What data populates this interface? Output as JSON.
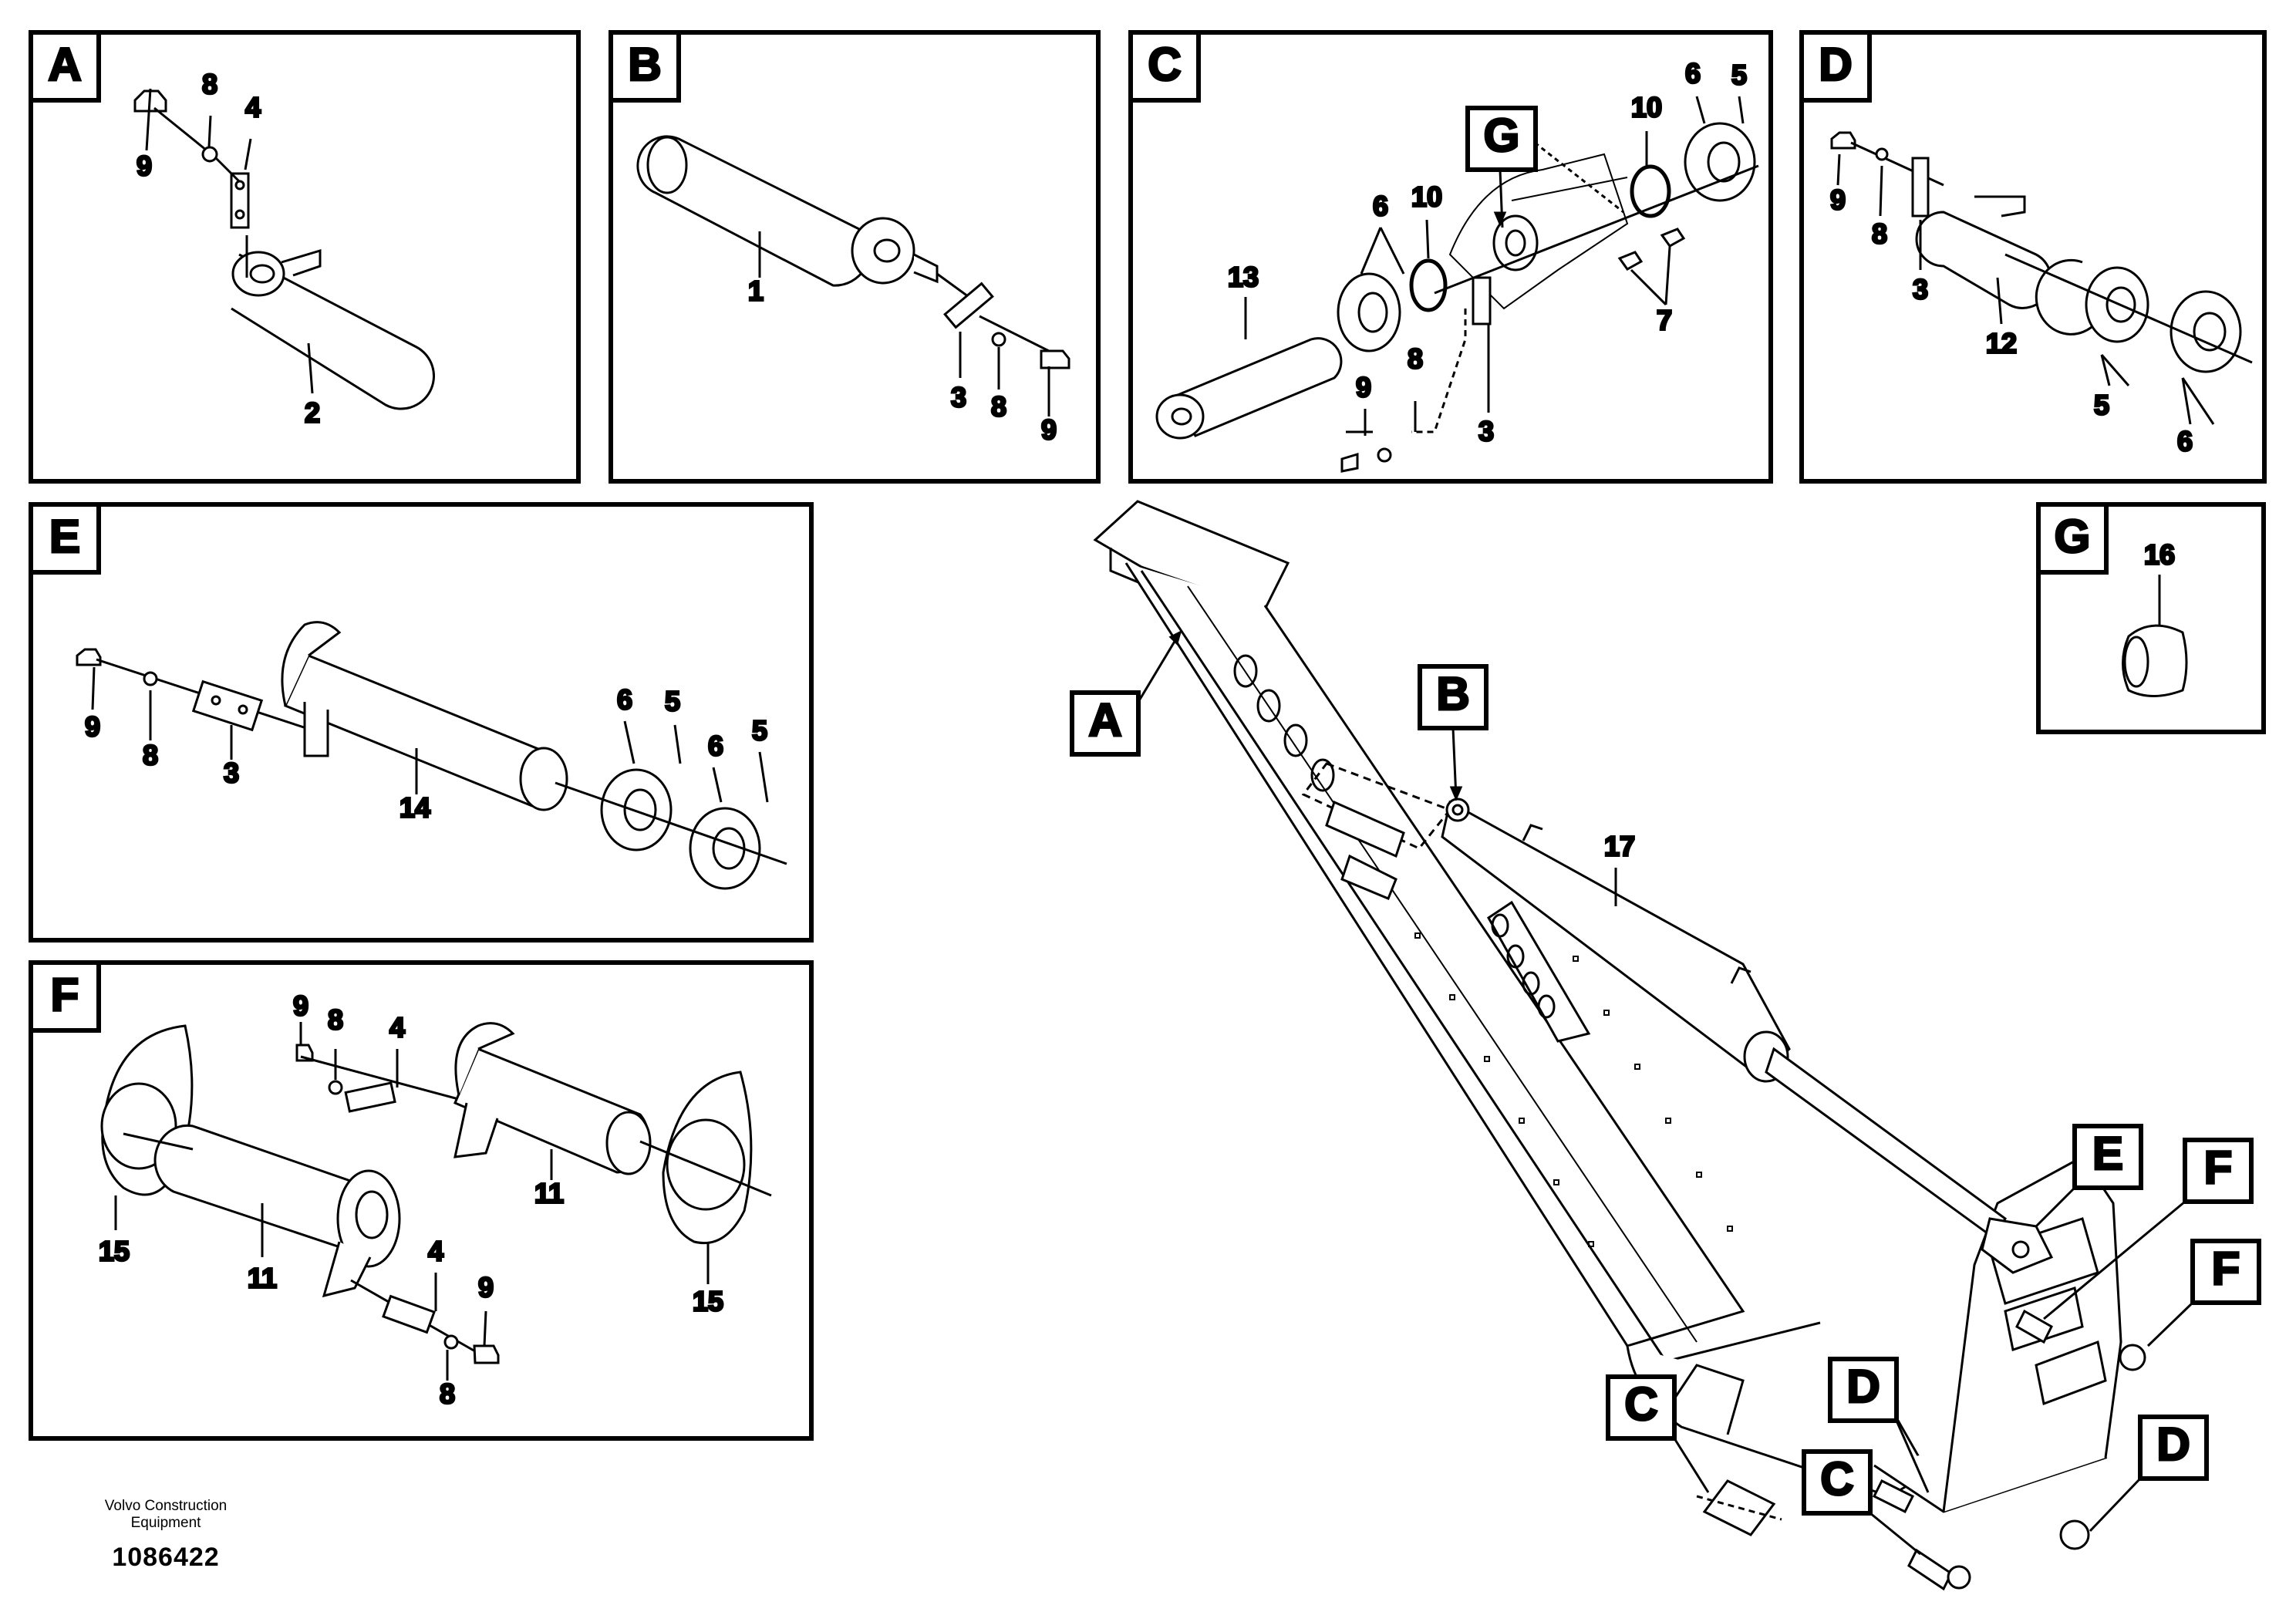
{
  "panels": {
    "A": {
      "letter": "A",
      "callouts": [
        "9",
        "8",
        "4",
        "2"
      ]
    },
    "B": {
      "letter": "B",
      "callouts": [
        "1",
        "3",
        "8",
        "9"
      ]
    },
    "C": {
      "letter": "C",
      "callouts": [
        "G",
        "6",
        "10",
        "13",
        "9",
        "8",
        "3",
        "10",
        "6",
        "5",
        "7"
      ]
    },
    "D": {
      "letter": "D",
      "callouts": [
        "9",
        "8",
        "3",
        "12",
        "5",
        "6"
      ]
    },
    "E": {
      "letter": "E",
      "callouts": [
        "9",
        "8",
        "3",
        "14",
        "6",
        "5",
        "6",
        "5"
      ]
    },
    "F": {
      "letter": "F",
      "callouts": [
        "9",
        "8",
        "4",
        "11",
        "15",
        "11",
        "4",
        "9",
        "8",
        "15"
      ]
    },
    "G": {
      "letter": "G",
      "callouts": [
        "16"
      ]
    }
  },
  "main": {
    "part": "17",
    "refs": [
      "A",
      "B",
      "E",
      "F",
      "F",
      "C",
      "D",
      "C",
      "D"
    ]
  },
  "footer": {
    "brand": "Volvo Construction Equipment",
    "doc_number": "1086422"
  }
}
